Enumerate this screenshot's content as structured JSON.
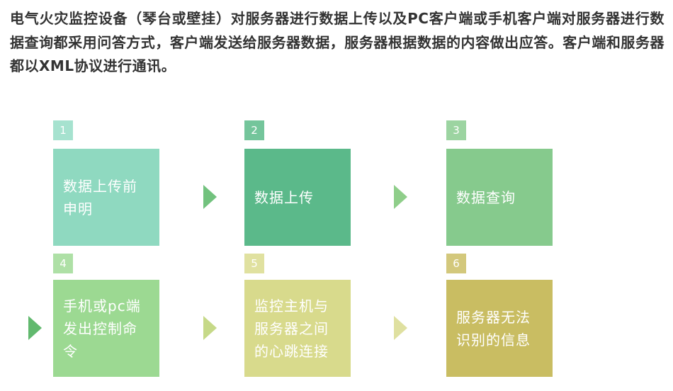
{
  "intro": {
    "text": "电气火灾监控设备（琴台或壁挂）对服务器进行数据上传以及PC客户端或手机客户端对服务器进行数据查询都采用问答方式，客户端发送给服务器数据，服务器根据数据的内容做出应答。客户端和服务器都以XML协议进行通讯。"
  },
  "diagram": {
    "steps": [
      {
        "number": "1",
        "label": "数据上传前申明",
        "box_color": "#8fd9c0",
        "tab_color": "#a6e2cf"
      },
      {
        "number": "2",
        "label": "数据上传",
        "box_color": "#5bb98a",
        "tab_color": "#74c59b"
      },
      {
        "number": "3",
        "label": "数据查询",
        "box_color": "#86ca8d",
        "tab_color": "#9cd4a1"
      },
      {
        "number": "4",
        "label": "手机或pc端发出控制命令",
        "box_color": "#9cd992",
        "tab_color": "#aee0a6"
      },
      {
        "number": "5",
        "label": "监控主机与服务器之间的心跳连接",
        "box_color": "#d8da8c",
        "tab_color": "#e0e1a0"
      },
      {
        "number": "6",
        "label": "服务器无法识别的信息",
        "box_color": "#c9bd62",
        "tab_color": "#d3c87c"
      }
    ],
    "arrows": [
      {
        "color": "#72c27e"
      },
      {
        "color": "#8fce8a"
      },
      {
        "color": "#61b96e"
      },
      {
        "color": "#c6d988"
      },
      {
        "color": "#dfe0a0"
      }
    ]
  }
}
